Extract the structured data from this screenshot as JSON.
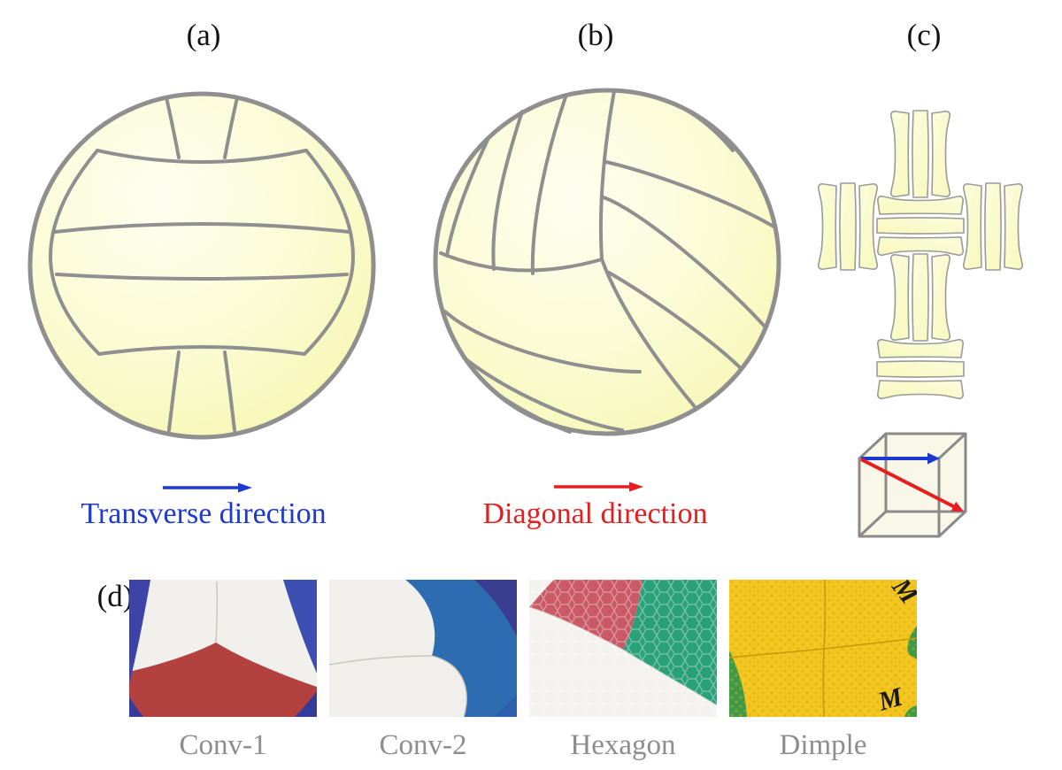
{
  "panel_labels": {
    "a": "(a)",
    "b": "(b)",
    "c": "(c)",
    "d": "(d)"
  },
  "directions": {
    "transverse": {
      "label": "Transverse direction",
      "color": "#1d39d4"
    },
    "diagonal": {
      "label": "Diagonal direction",
      "color": "#e81e1e"
    }
  },
  "ball_types": [
    {
      "label": "Conv-1"
    },
    {
      "label": "Conv-2"
    },
    {
      "label": "Hexagon"
    },
    {
      "label": "Dimple",
      "logo": "M"
    }
  ],
  "colors": {
    "ball_fill": "#FAFACC",
    "ball_highlight": "#FEFEF0",
    "ball_edge_yellow": "#F6F6AC",
    "seam_gray": "#8f8f8f",
    "caption_gray": "#8d8d8d",
    "cube_face": "#f9f7e8"
  }
}
